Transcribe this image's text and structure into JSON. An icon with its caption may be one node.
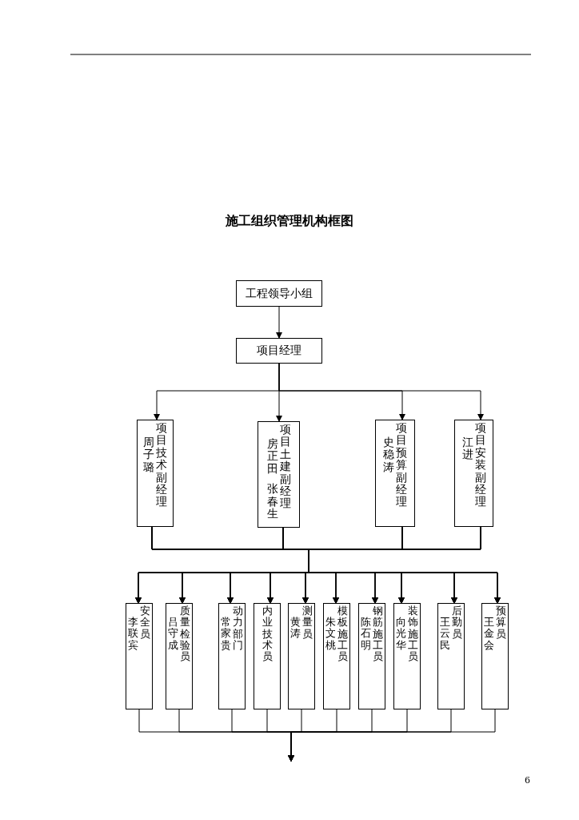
{
  "diagram": {
    "title": "施工组织管理机构框图",
    "nodes": [
      {
        "text": [
          "工程领导小组"
        ]
      },
      {
        "text": [
          "项目经理"
        ]
      },
      {
        "text": [
          "周子璐",
          "项目技术副经理"
        ]
      },
      {
        "text": [
          "房正田",
          "张春生",
          "项目土建副经理"
        ]
      },
      {
        "text": [
          "史稳涛",
          "项目预算副经理"
        ]
      },
      {
        "text": [
          "江进",
          "项目安装副经理"
        ]
      },
      {
        "text": [
          "李联宾",
          "安全员"
        ]
      },
      {
        "text": [
          "吕守成",
          "质量检验员"
        ]
      },
      {
        "text": [
          "常家贵",
          "动力部门"
        ]
      },
      {
        "text": [
          "内业技术员"
        ]
      },
      {
        "text": [
          "黄涛",
          "测量员"
        ]
      },
      {
        "text": [
          "朱文桃",
          "模板施工员"
        ]
      },
      {
        "text": [
          "陈石明",
          "钢筋施工员"
        ]
      },
      {
        "text": [
          "向光华",
          "装饰施工员"
        ]
      },
      {
        "text": [
          "王云民",
          "后勤员"
        ]
      },
      {
        "text": [
          "王金会",
          "预算员"
        ]
      }
    ],
    "edges": [
      {
        "from": 0,
        "to": 1,
        "arrow": "to"
      },
      {
        "from": 1,
        "to": 2,
        "arrow": "to"
      },
      {
        "from": 1,
        "to": 3,
        "arrow": "to"
      },
      {
        "from": 1,
        "to": 4,
        "arrow": "to"
      },
      {
        "from": 1,
        "to": 5,
        "arrow": "to"
      },
      {
        "from": 2,
        "to": 6,
        "arrow": "to"
      },
      {
        "from": 2,
        "to": 7,
        "arrow": "to"
      },
      {
        "from": 2,
        "to": 8,
        "arrow": "to"
      },
      {
        "from": 2,
        "to": 9,
        "arrow": "to"
      },
      {
        "from": 2,
        "to": 10,
        "arrow": "to"
      },
      {
        "from": 2,
        "to": 11,
        "arrow": "to"
      },
      {
        "from": 2,
        "to": 12,
        "arrow": "to"
      },
      {
        "from": 2,
        "to": 13,
        "arrow": "to"
      },
      {
        "from": 2,
        "to": 14,
        "arrow": "to"
      },
      {
        "from": 2,
        "to": 15,
        "arrow": "to"
      },
      {
        "from": 3,
        "to": 6,
        "arrow": "to"
      },
      {
        "from": 3,
        "to": 7,
        "arrow": "to"
      },
      {
        "from": 3,
        "to": 8,
        "arrow": "to"
      },
      {
        "from": 3,
        "to": 9,
        "arrow": "to"
      },
      {
        "from": 3,
        "to": 10,
        "arrow": "to"
      },
      {
        "from": 3,
        "to": 11,
        "arrow": "to"
      },
      {
        "from": 3,
        "to": 12,
        "arrow": "to"
      },
      {
        "from": 3,
        "to": 13,
        "arrow": "to"
      },
      {
        "from": 3,
        "to": 14,
        "arrow": "to"
      },
      {
        "from": 3,
        "to": 15,
        "arrow": "to"
      },
      {
        "from": 4,
        "to": 6,
        "arrow": "to"
      },
      {
        "from": 4,
        "to": 7,
        "arrow": "to"
      },
      {
        "from": 4,
        "to": 8,
        "arrow": "to"
      },
      {
        "from": 4,
        "to": 9,
        "arrow": "to"
      },
      {
        "from": 4,
        "to": 10,
        "arrow": "to"
      },
      {
        "from": 4,
        "to": 11,
        "arrow": "to"
      },
      {
        "from": 4,
        "to": 12,
        "arrow": "to"
      },
      {
        "from": 4,
        "to": 13,
        "arrow": "to"
      },
      {
        "from": 4,
        "to": 14,
        "arrow": "to"
      },
      {
        "from": 4,
        "to": 15,
        "arrow": "to"
      },
      {
        "from": 5,
        "to": 6,
        "arrow": "to"
      },
      {
        "from": 5,
        "to": 7,
        "arrow": "to"
      },
      {
        "from": 5,
        "to": 8,
        "arrow": "to"
      },
      {
        "from": 5,
        "to": 9,
        "arrow": "to"
      },
      {
        "from": 5,
        "to": 10,
        "arrow": "to"
      },
      {
        "from": 5,
        "to": 11,
        "arrow": "to"
      },
      {
        "from": 5,
        "to": 12,
        "arrow": "to"
      },
      {
        "from": 5,
        "to": 13,
        "arrow": "to"
      },
      {
        "from": 5,
        "to": 14,
        "arrow": "to"
      },
      {
        "from": 5,
        "to": 15,
        "arrow": "to"
      },
      {
        "from": 6,
        "to": null,
        "arrow": "to"
      },
      {
        "from": 7,
        "to": null,
        "arrow": "to"
      },
      {
        "from": 8,
        "to": null,
        "arrow": "to"
      },
      {
        "from": 9,
        "to": null,
        "arrow": "to"
      },
      {
        "from": 10,
        "to": null,
        "arrow": "to"
      },
      {
        "from": 11,
        "to": null,
        "arrow": "to"
      },
      {
        "from": 12,
        "to": null,
        "arrow": "to"
      },
      {
        "from": 13,
        "to": null,
        "arrow": "to"
      },
      {
        "from": 14,
        "to": null,
        "arrow": "to"
      },
      {
        "from": 15,
        "to": null,
        "arrow": "to"
      }
    ],
    "labels": [
      "6"
    ]
  }
}
